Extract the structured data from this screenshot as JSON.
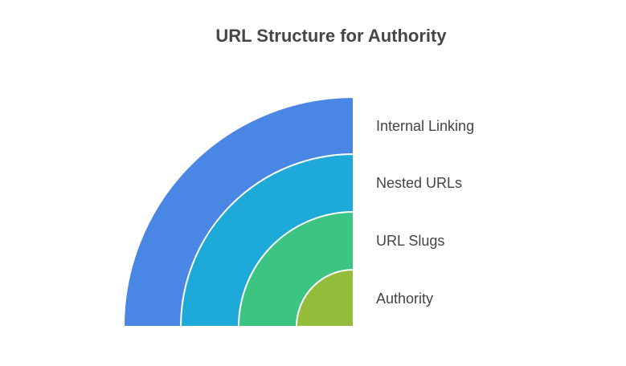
{
  "title": "URL Structure for Authority",
  "layers": [
    {
      "label": "Internal Linking",
      "color": "#4a86e4"
    },
    {
      "label": "Nested URLs",
      "color": "#1eaad9"
    },
    {
      "label": "URL Slugs",
      "color": "#3cc482"
    },
    {
      "label": "Authority",
      "color": "#92bc3a"
    }
  ]
}
